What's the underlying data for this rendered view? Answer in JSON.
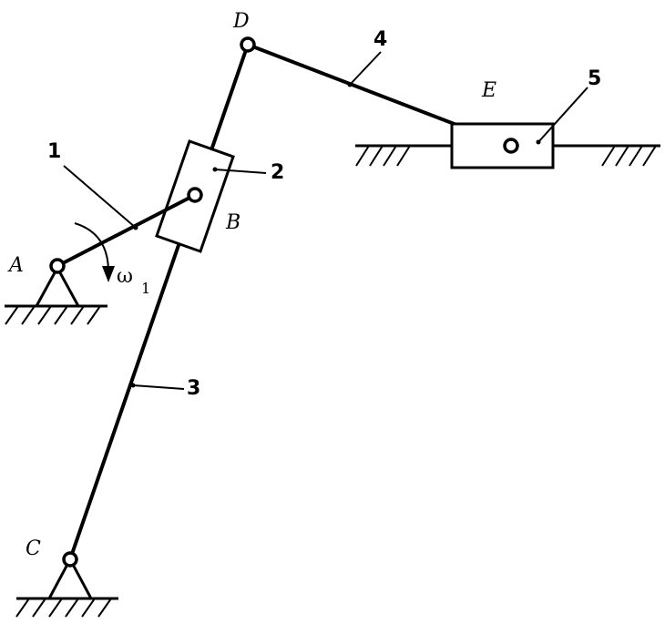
{
  "points": {
    "A": "A",
    "B": "B",
    "C": "C",
    "D": "D",
    "E": "E"
  },
  "links": {
    "link_1": "1",
    "link_2": "2",
    "link_3": "3",
    "link_4": "4",
    "link_5": "5"
  },
  "angular_velocity": {
    "symbol": "ω",
    "subscript": "1"
  }
}
